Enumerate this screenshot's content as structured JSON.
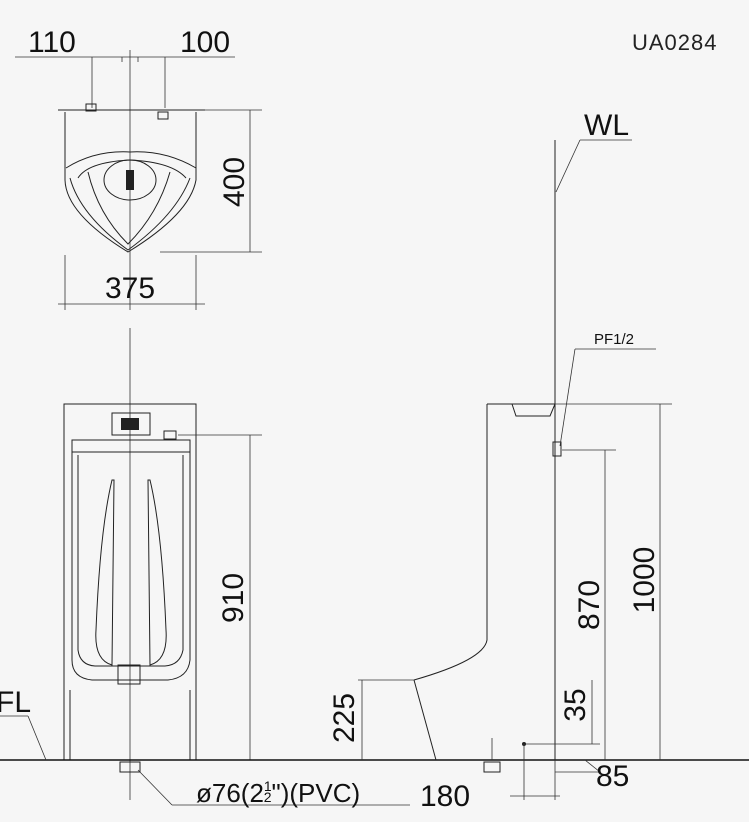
{
  "model_code": "UA0284",
  "labels": {
    "wl": "WL",
    "fl": "FL",
    "supply": "PF1/2",
    "drain_prefix": "ø76(2",
    "drain_frac_num": "1",
    "drain_frac_den": "2",
    "drain_suffix": "\")(PVC)"
  },
  "dimensions": {
    "top_left_offset": "110",
    "top_right_offset": "100",
    "projection": "400",
    "top_width": "375",
    "front_height": "910",
    "front_inlet_height": "225",
    "side_supply_height": "870",
    "overall_height": "1000",
    "side_35": "35",
    "side_85": "85",
    "side_180": "180"
  }
}
